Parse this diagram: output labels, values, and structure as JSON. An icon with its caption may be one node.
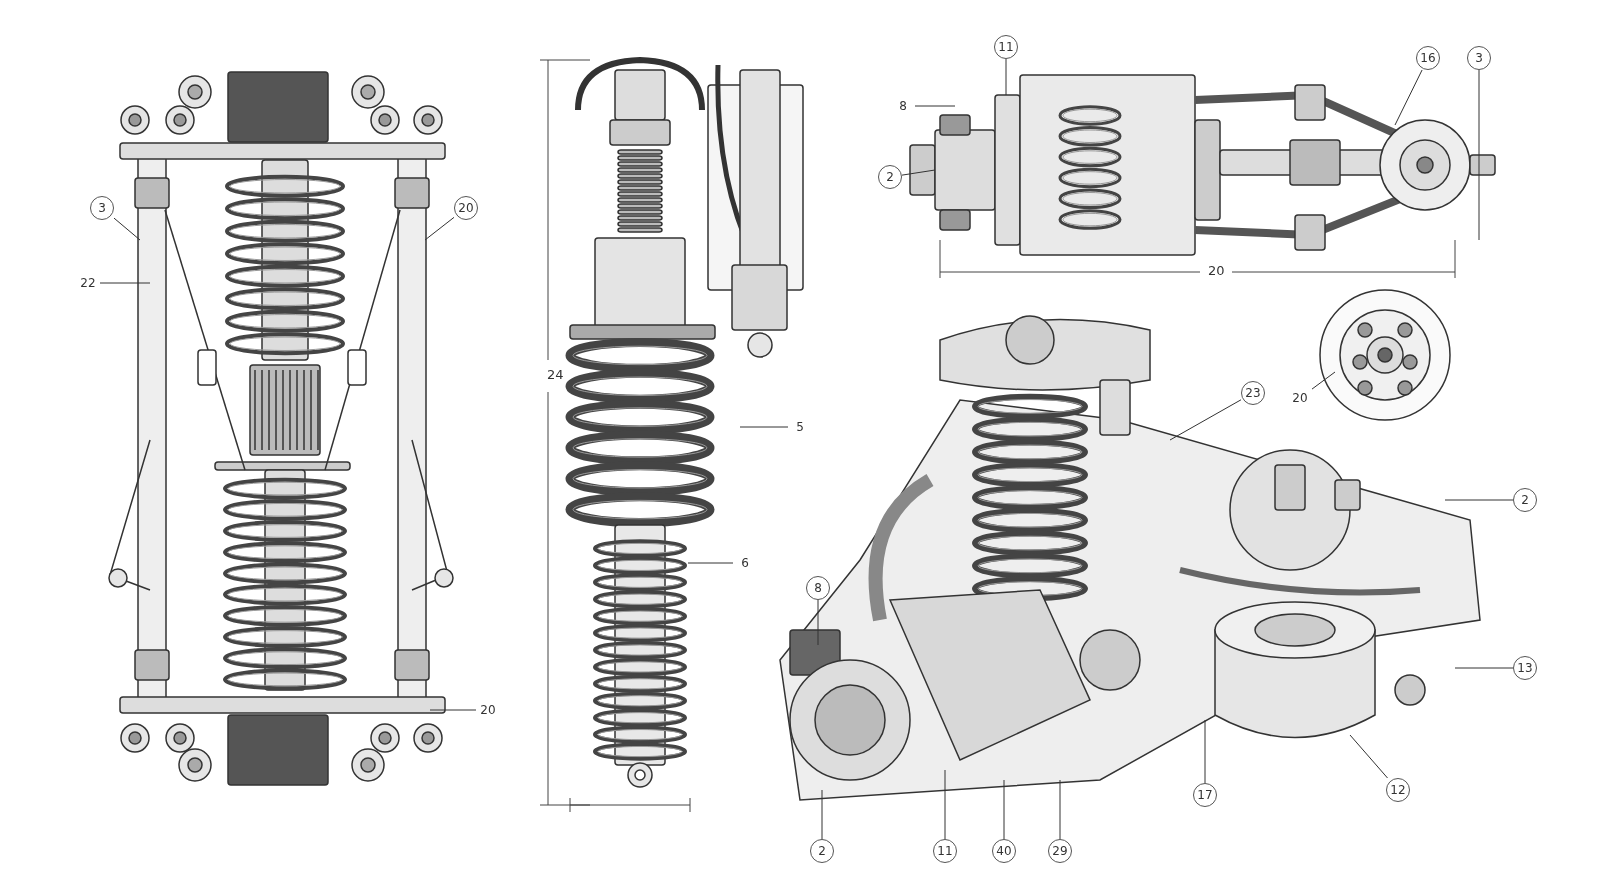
{
  "diagram": {
    "nodes": [
      {
        "text": [
          "22"
        ]
      },
      {
        "text": [
          "3"
        ]
      },
      {
        "text": [
          "20"
        ]
      },
      {
        "text": [
          "20"
        ]
      },
      {
        "text": [
          "5"
        ]
      },
      {
        "text": [
          "6"
        ]
      },
      {
        "text": [
          "8"
        ]
      },
      {
        "text": [
          "8"
        ]
      },
      {
        "text": [
          "11"
        ]
      },
      {
        "text": [
          "16"
        ]
      },
      {
        "text": [
          "3"
        ]
      },
      {
        "text": [
          "2"
        ]
      },
      {
        "text": [
          "23"
        ]
      },
      {
        "text": [
          "2"
        ]
      },
      {
        "text": [
          "13"
        ]
      },
      {
        "text": [
          "12"
        ]
      },
      {
        "text": [
          "17"
        ]
      },
      {
        "text": [
          "11"
        ]
      },
      {
        "text": [
          "40"
        ]
      },
      {
        "text": [
          "29"
        ]
      },
      {
        "text": [
          "2"
        ]
      },
      {
        "text": [
          "20"
        ]
      }
    ],
    "edges": [
      {
        "from": 0,
        "to": null,
        "arrow": "none"
      },
      {
        "from": 1,
        "to": null,
        "arrow": "none"
      },
      {
        "from": 2,
        "to": null,
        "arrow": "none"
      },
      {
        "from": 3,
        "to": null,
        "arrow": "none"
      },
      {
        "from": 4,
        "to": null,
        "arrow": "none"
      },
      {
        "from": 5,
        "to": null,
        "arrow": "none"
      },
      {
        "from": 6,
        "to": null,
        "arrow": "none"
      },
      {
        "from": 7,
        "to": null,
        "arrow": "none"
      },
      {
        "from": 8,
        "to": null,
        "arrow": "none"
      },
      {
        "from": 9,
        "to": null,
        "arrow": "none"
      },
      {
        "from": 10,
        "to": null,
        "arrow": "none"
      },
      {
        "from": 11,
        "to": null,
        "arrow": "none"
      },
      {
        "from": 12,
        "to": null,
        "arrow": "none"
      },
      {
        "from": 13,
        "to": null,
        "arrow": "none"
      },
      {
        "from": 14,
        "to": null,
        "arrow": "none"
      },
      {
        "from": 15,
        "to": null,
        "arrow": "none"
      },
      {
        "from": 16,
        "to": null,
        "arrow": "none"
      },
      {
        "from": 17,
        "to": null,
        "arrow": "none"
      },
      {
        "from": 18,
        "to": null,
        "arrow": "none"
      },
      {
        "from": 19,
        "to": null,
        "arrow": "none"
      },
      {
        "from": 20,
        "to": null,
        "arrow": "none"
      },
      {
        "from": 21,
        "to": null,
        "arrow": "none"
      }
    ],
    "labels": [
      "24",
      "20"
    ]
  }
}
